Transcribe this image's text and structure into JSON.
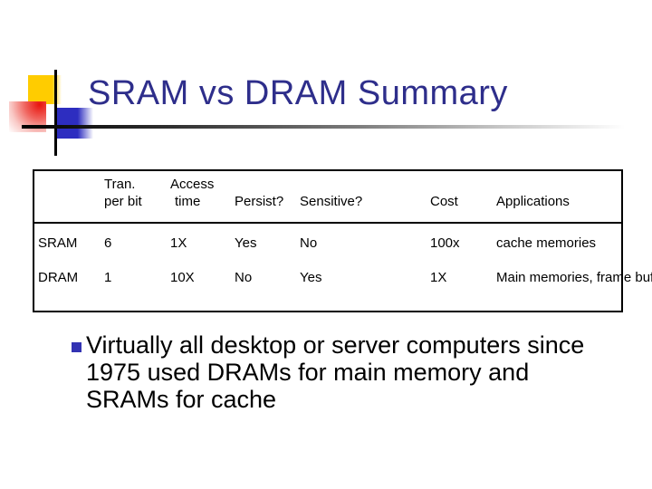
{
  "title": "SRAM vs DRAM Summary",
  "colors": {
    "title_color": "#2E2E8B",
    "bullet_color": "#3333B3",
    "deco_yellow": "#FFCC00",
    "deco_red": "#E8130C",
    "deco_blue": "#2D2DC0"
  },
  "table": {
    "columns": [
      {
        "id": "row_label",
        "lines": [
          "",
          ""
        ]
      },
      {
        "id": "tran_per_bit",
        "lines": [
          "Tran.",
          "per bit"
        ]
      },
      {
        "id": "access_time",
        "lines": [
          "Access",
          "time"
        ]
      },
      {
        "id": "persist",
        "lines": [
          "Persist?"
        ]
      },
      {
        "id": "sensitive",
        "lines": [
          "Sensitive?"
        ]
      },
      {
        "id": "cost",
        "lines": [
          "Cost"
        ]
      },
      {
        "id": "applications",
        "lines": [
          "Applications"
        ]
      }
    ],
    "rows": [
      {
        "label": "SRAM",
        "tran_per_bit": "6",
        "access_time": "1X",
        "persist": "Yes",
        "sensitive": "No",
        "cost": "100x",
        "applications": "cache memories"
      },
      {
        "label": "DRAM",
        "tran_per_bit": "1",
        "access_time": "10X",
        "persist": "No",
        "sensitive": "Yes",
        "cost": "1X",
        "applications": "Main memories, frame buffers"
      }
    ]
  },
  "bullet": {
    "lines": [
      "Virtually all desktop or server computers since",
      "1975 used DRAMs for main memory and",
      "SRAMs for cache"
    ]
  }
}
